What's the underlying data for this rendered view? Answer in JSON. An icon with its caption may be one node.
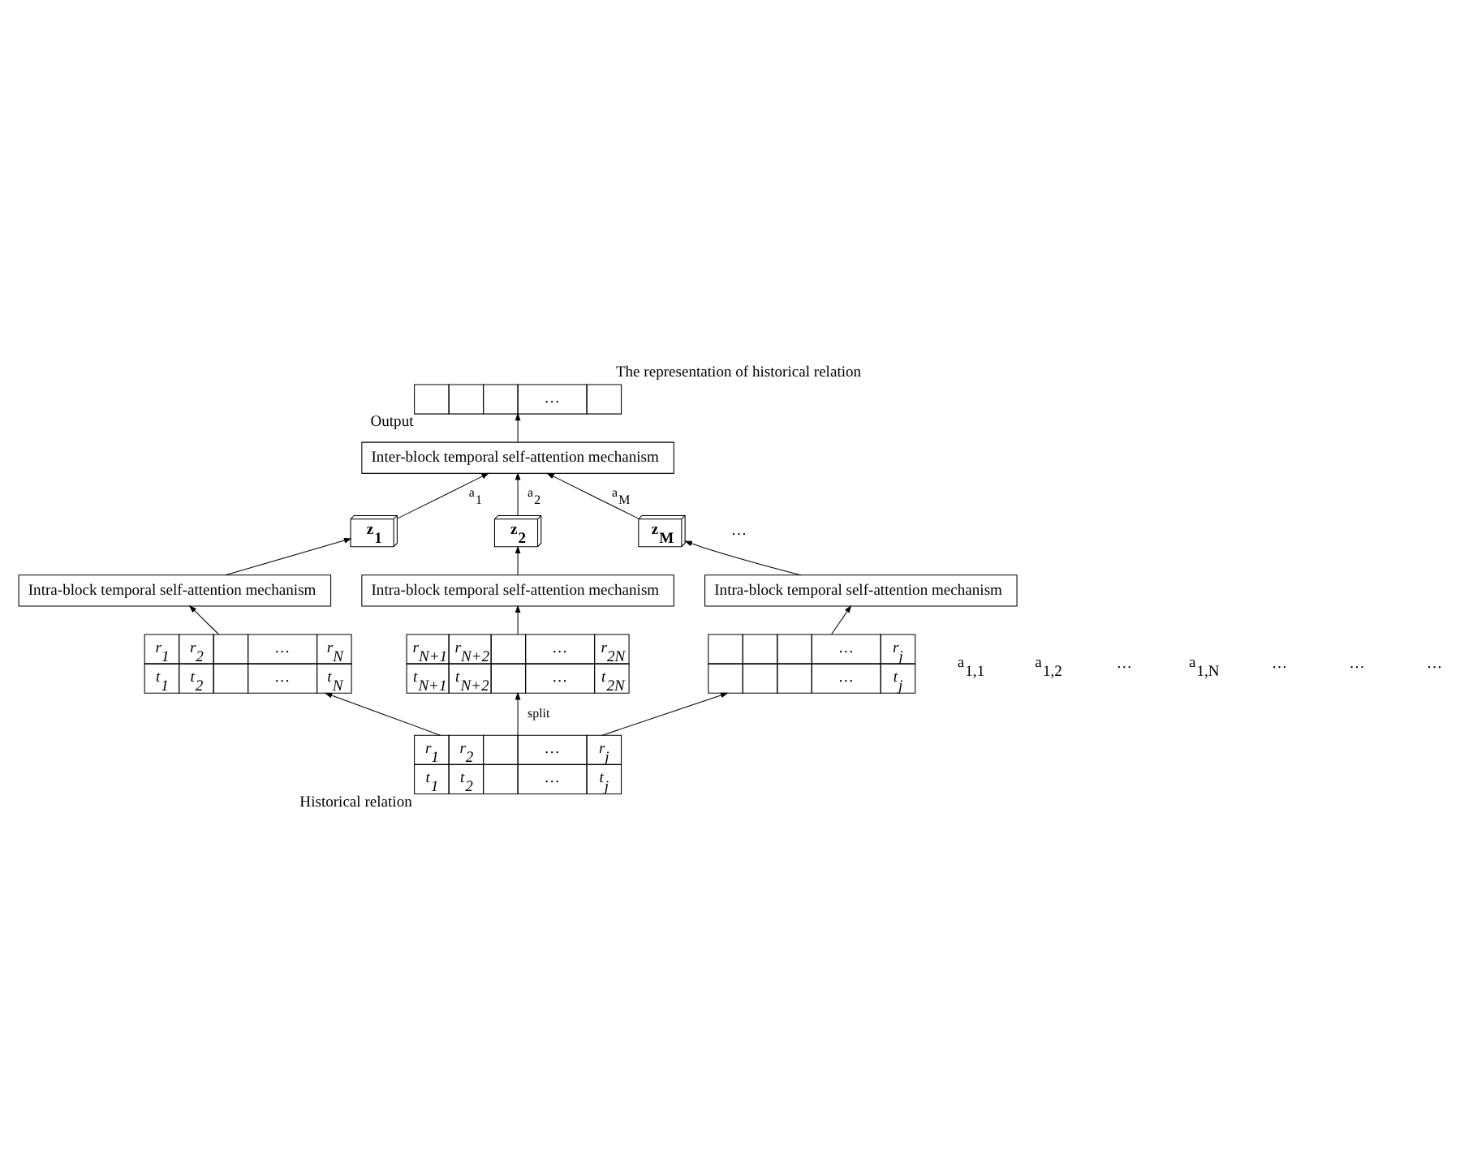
{
  "diagram": {
    "title": "The representation of historical relation",
    "nodes": [
      {
        "text": [
          "Inter-block temporal self-attention mechanism"
        ]
      },
      {
        "text": [
          "…"
        ],
        "beside": [
          "Output"
        ]
      },
      {
        "text": [
          "z$_{1}$"
        ]
      },
      {
        "text": [
          "z$_{2}$"
        ]
      },
      {
        "text": [
          "z$_{M}$"
        ]
      },
      {
        "text": [
          "Intra-block temporal self-attention mechanism"
        ]
      },
      {
        "text": [
          "Intra-block temporal self-attention mechanism"
        ]
      },
      {
        "text": [
          "Intra-block temporal self-attention mechanism"
        ]
      },
      {
        "text": [
          "r$_{1}$",
          "r$_{2}$",
          "…",
          "r$_{N}$",
          "t$_{1}$",
          "t$_{2}$",
          "…",
          "t$_{N}$"
        ]
      },
      {
        "text": [
          "r$_{N+1}$",
          "r$_{N+2}$",
          "…",
          "r$_{2N}$",
          "t$_{N+1}$",
          "t$_{N+2}$",
          "…",
          "t$_{2N}$"
        ]
      },
      {
        "text": [
          "…",
          "r$_{j}$",
          "…",
          "t$_{j}$"
        ]
      },
      {
        "text": [
          "r$_{1}$",
          "r$_{2}$",
          "…",
          "r$_{j}$",
          "t$_{1}$",
          "t$_{2}$",
          "…",
          "t$_{j}$"
        ],
        "beside": [
          "Historical relation"
        ]
      }
    ],
    "edges": [
      {
        "from": 0,
        "to": 1,
        "arrow": "to"
      },
      {
        "from": 2,
        "to": 0,
        "arrow": "to",
        "label": "a$_{1}$"
      },
      {
        "from": 3,
        "to": 0,
        "arrow": "to",
        "label": "a$_{2}$"
      },
      {
        "from": 4,
        "to": 0,
        "arrow": "to",
        "label": "a$_{M}$"
      },
      {
        "from": 5,
        "to": 2,
        "arrow": "to"
      },
      {
        "from": 6,
        "to": 3,
        "arrow": "to"
      },
      {
        "from": 7,
        "to": 4,
        "arrow": "to"
      },
      {
        "from": 8,
        "to": 5,
        "arrow": "to"
      },
      {
        "from": 9,
        "to": 6,
        "arrow": "to"
      },
      {
        "from": 10,
        "to": 7,
        "arrow": "to"
      },
      {
        "from": 11,
        "to": 8,
        "arrow": "to"
      },
      {
        "from": 11,
        "to": 9,
        "arrow": "to",
        "label": "split"
      },
      {
        "from": 11,
        "to": 10,
        "arrow": "to"
      }
    ],
    "labels": [
      "…",
      "a$_{1,1}$",
      "a$_{1,2}$",
      "…",
      "a$_{1,N}$",
      "…",
      "…",
      "…"
    ]
  }
}
